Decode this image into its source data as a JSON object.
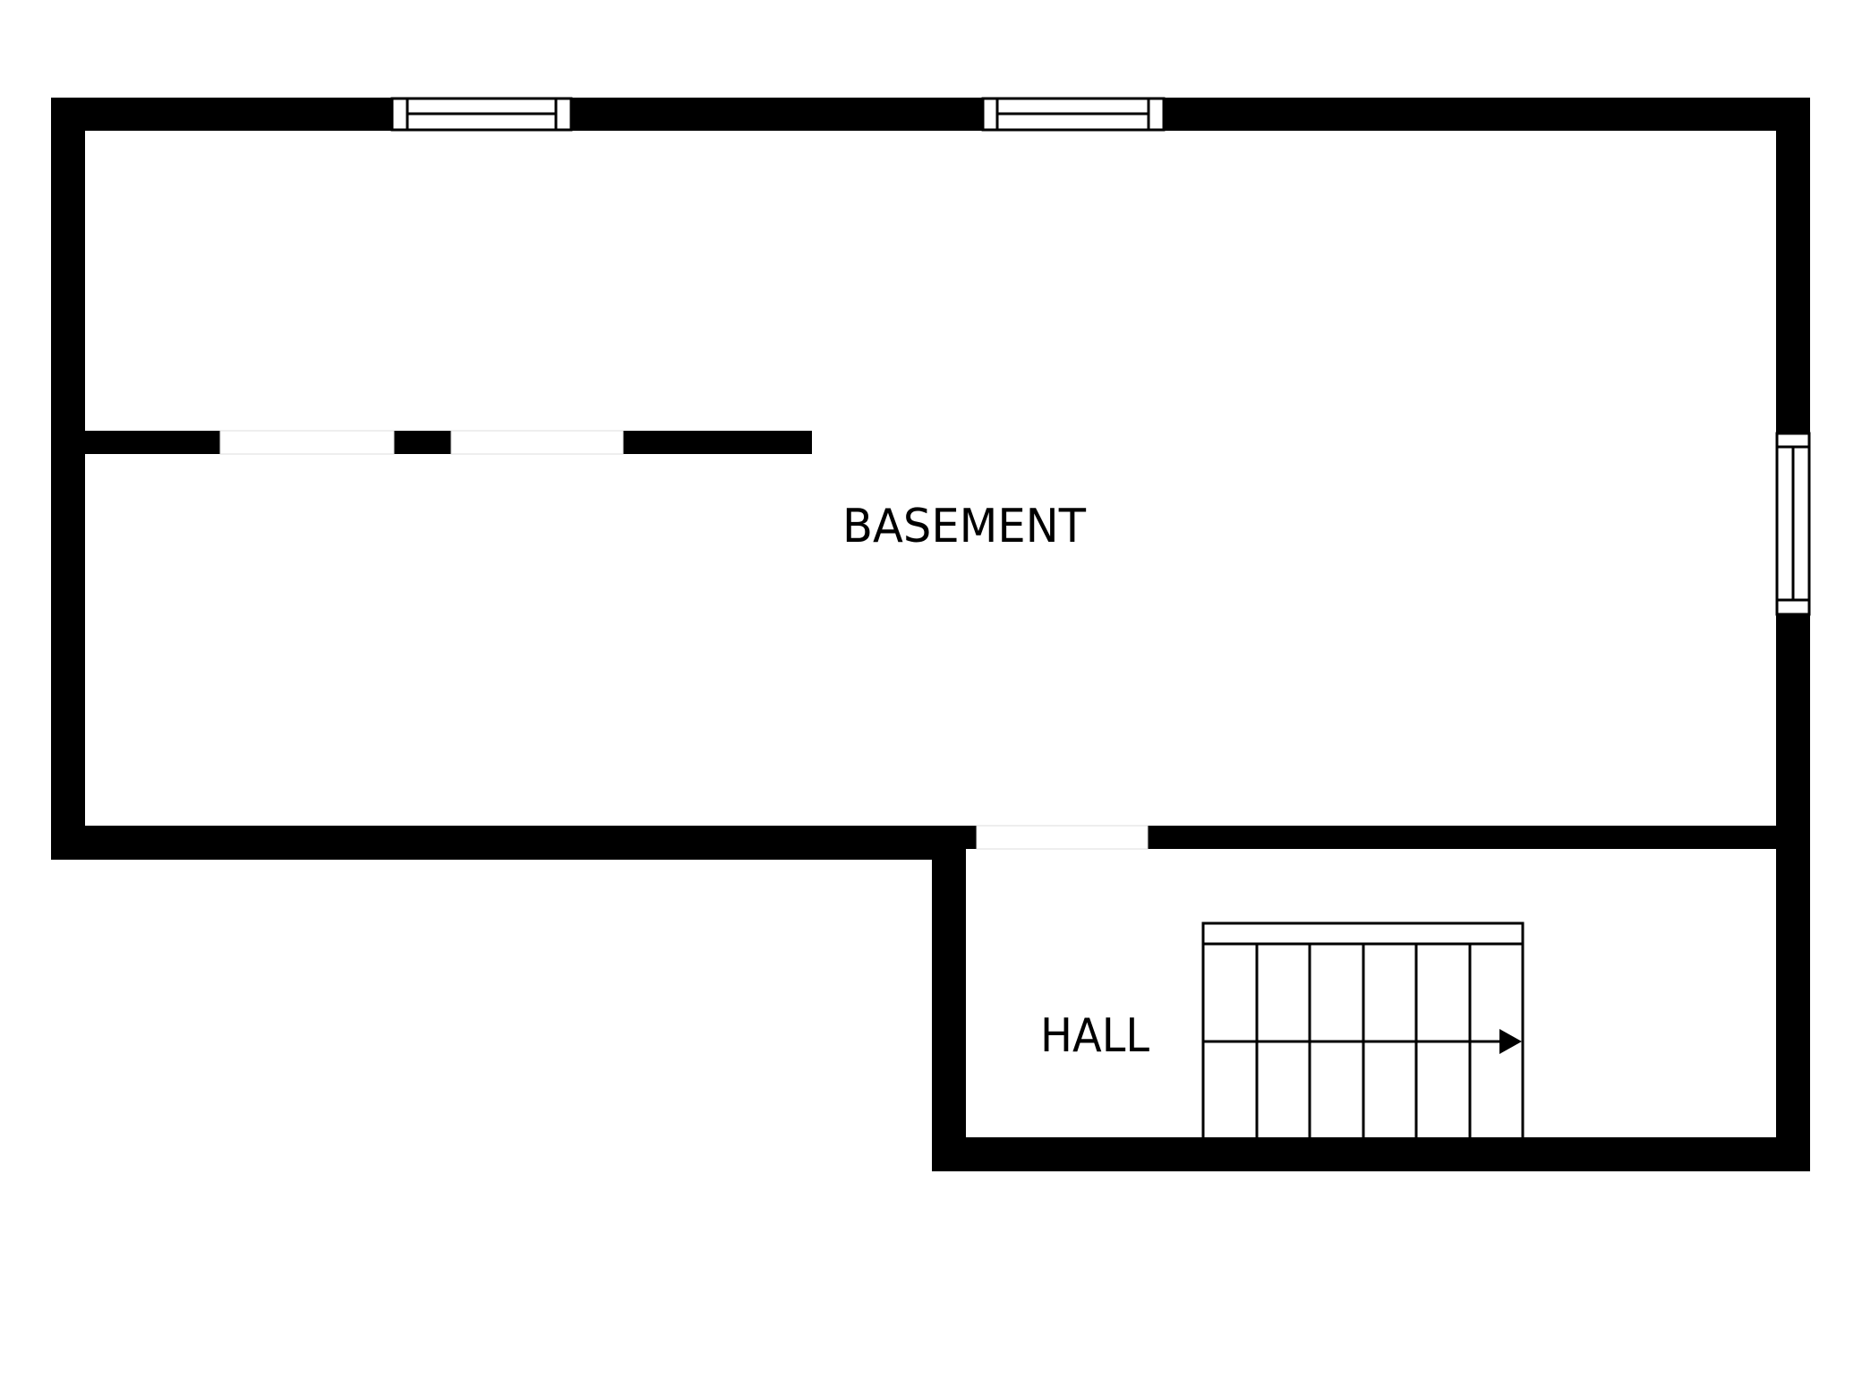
{
  "floor_plan": {
    "background_color": "#ffffff",
    "wall_color": "#000000",
    "rooms": [
      {
        "id": "basement",
        "label": "BASEMENT"
      },
      {
        "id": "hall",
        "label": "HALL"
      }
    ],
    "windows": [
      {
        "id": "window-top-1",
        "wall": "top"
      },
      {
        "id": "window-top-2",
        "wall": "top"
      },
      {
        "id": "window-right",
        "wall": "right"
      }
    ],
    "openings": [
      {
        "id": "partition-opening-1",
        "wall": "interior-partition"
      },
      {
        "id": "partition-opening-2",
        "wall": "interior-partition"
      },
      {
        "id": "basement-hall-opening",
        "wall": "basement-hall"
      }
    ],
    "stairs": {
      "treads": 6,
      "direction": "right"
    }
  }
}
